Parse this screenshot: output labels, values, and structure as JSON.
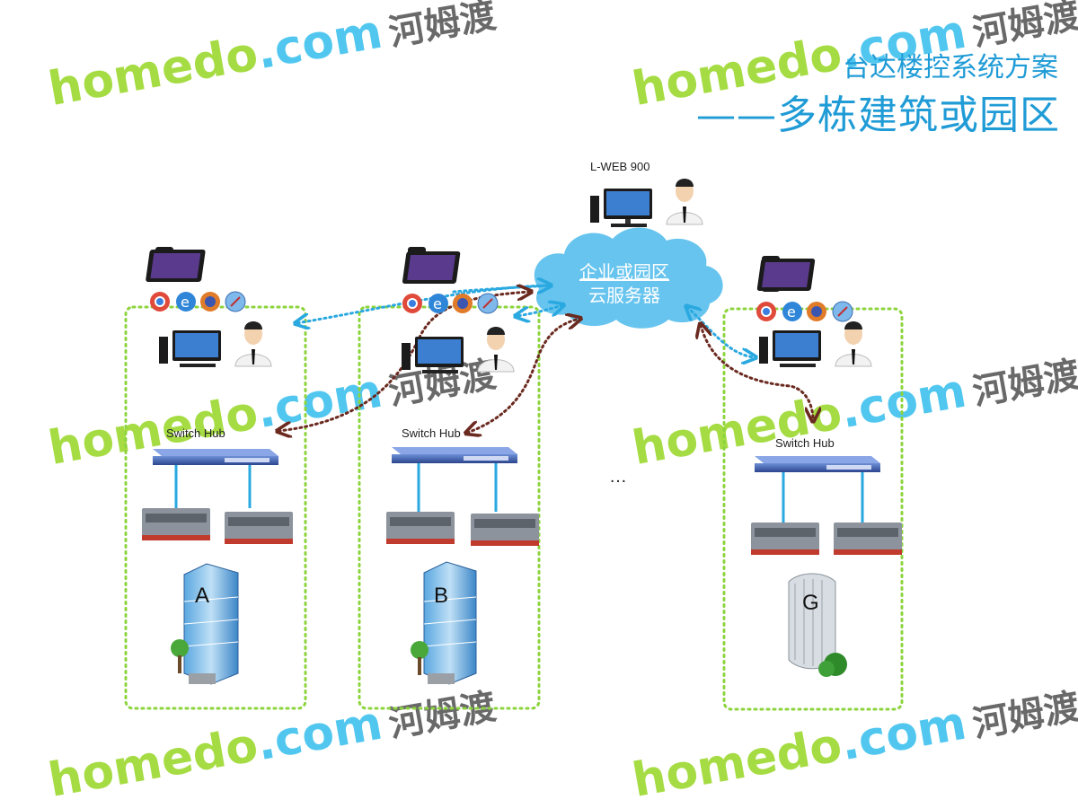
{
  "title": {
    "line1": "台达楼控系统方案",
    "line2": "——多栋建筑或园区"
  },
  "server": {
    "label": "L-WEB 900"
  },
  "cloud": {
    "line1": "企业或园区",
    "line2": "云服务器"
  },
  "sites": [
    {
      "hub_label": "Switch Hub",
      "building": "A"
    },
    {
      "hub_label": "Switch Hub",
      "building": "B"
    },
    {
      "hub_label": "Switch Hub",
      "building": "G"
    }
  ],
  "ellipsis": "…",
  "watermark": {
    "part1": "home",
    "part2": "do",
    "part3": ".com",
    "part4": "河姆渡"
  },
  "colors": {
    "site_border": "#8cd43c",
    "link_blue": "#2aa8e0",
    "link_brown": "#6b2a20",
    "cloud": "#67c4ee",
    "title": "#1f9bd6",
    "hub": "#3a5aa8"
  },
  "icons": [
    "phone-icon",
    "tablet-icon",
    "chrome-icon",
    "ie-icon",
    "firefox-icon",
    "safari-icon",
    "desktop-icon",
    "user-icon",
    "switch-hub-icon",
    "controller-icon",
    "building-icon",
    "tree-icon",
    "cloud-icon"
  ]
}
